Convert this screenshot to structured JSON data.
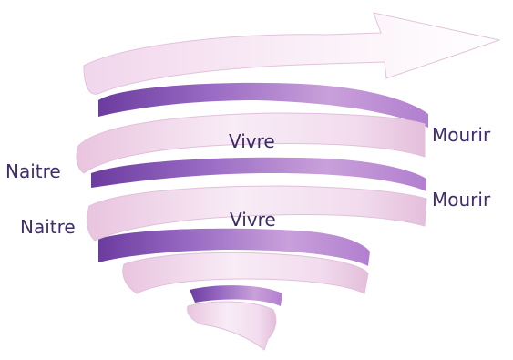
{
  "diagram": {
    "labels": {
      "naitre_1": "Naitre",
      "vivre_1": "Vivre",
      "mourir_1": "Mourir",
      "naitre_2": "Naitre",
      "vivre_2": "Vivre",
      "mourir_2": "Mourir"
    },
    "colors": {
      "ribbon_light": "#f6e6f3",
      "ribbon_mid": "#e6bfdc",
      "ribbon_shadow": "#8e5ab6",
      "ribbon_dark": "#6a3ea0",
      "text": "#3f2d6e"
    }
  }
}
